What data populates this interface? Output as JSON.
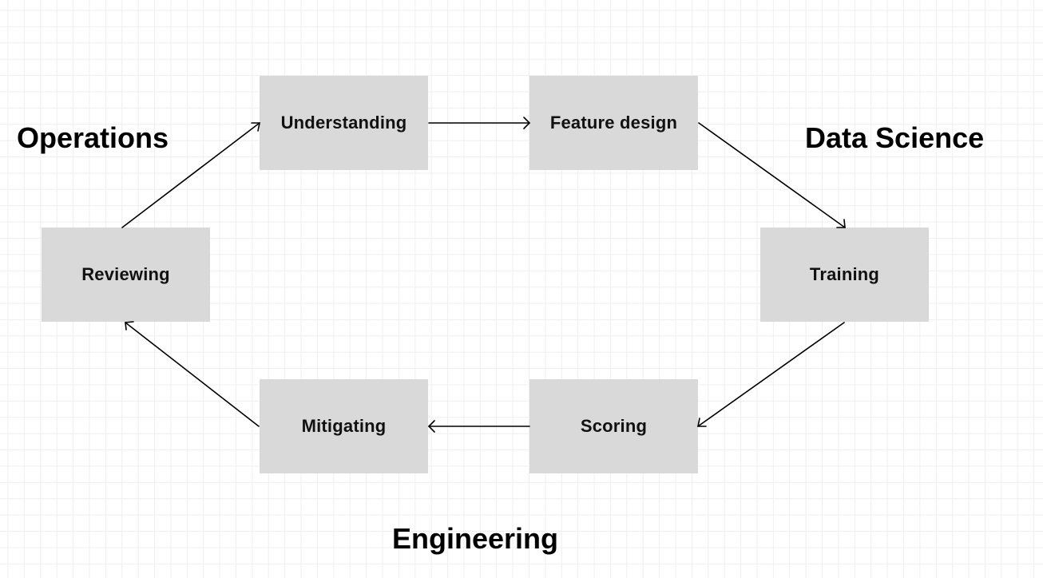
{
  "diagram": {
    "title": "",
    "groups": {
      "operations": "Operations",
      "data_science": "Data Science",
      "engineering": "Engineering"
    },
    "nodes": [
      {
        "id": "understanding",
        "label": "Understanding"
      },
      {
        "id": "feature_design",
        "label": "Feature design"
      },
      {
        "id": "training",
        "label": "Training"
      },
      {
        "id": "scoring",
        "label": "Scoring"
      },
      {
        "id": "mitigating",
        "label": "Mitigating"
      },
      {
        "id": "reviewing",
        "label": "Reviewing"
      }
    ],
    "edges": [
      {
        "from": "understanding",
        "to": "feature_design"
      },
      {
        "from": "feature_design",
        "to": "training"
      },
      {
        "from": "training",
        "to": "scoring"
      },
      {
        "from": "scoring",
        "to": "mitigating"
      },
      {
        "from": "mitigating",
        "to": "reviewing"
      },
      {
        "from": "reviewing",
        "to": "understanding"
      }
    ],
    "colors": {
      "node_fill": "#d9d9d9",
      "edge": "#000000",
      "grid": "#efefef"
    }
  }
}
